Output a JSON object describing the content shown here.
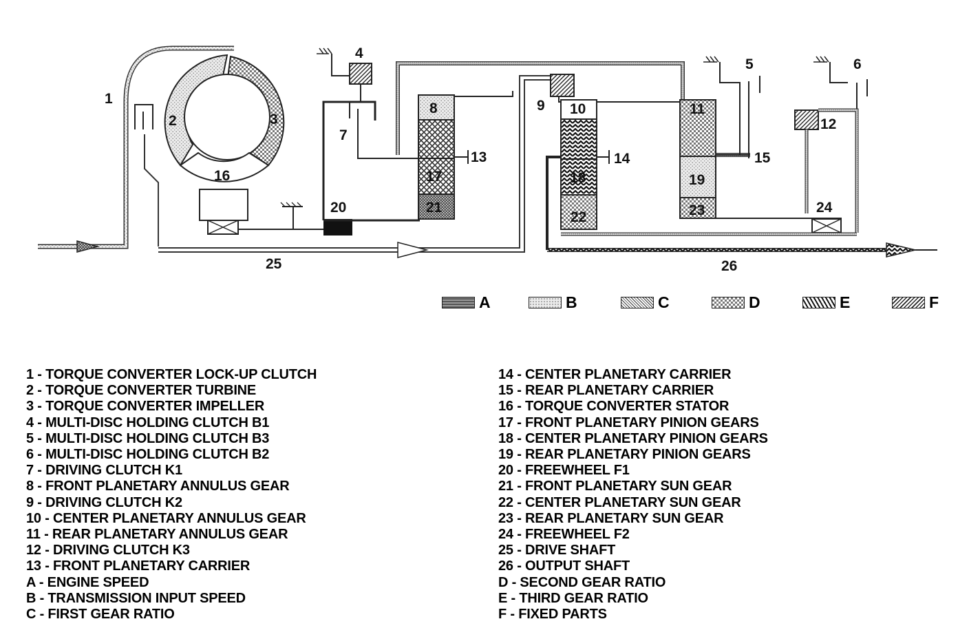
{
  "labels": {
    "n1": "1",
    "n2": "2",
    "n3": "3",
    "n4": "4",
    "n5": "5",
    "n6": "6",
    "n7": "7",
    "n8": "8",
    "n9": "9",
    "n10": "10",
    "n11": "11",
    "n12": "12",
    "n13": "13",
    "n14": "14",
    "n15": "15",
    "n16": "16",
    "n17": "17",
    "n18": "18",
    "n19": "19",
    "n20": "20",
    "n21": "21",
    "n22": "22",
    "n23": "23",
    "n24": "24",
    "n25": "25",
    "n26": "26"
  },
  "legend": [
    {
      "letter": "A",
      "pattern": "dense-dots"
    },
    {
      "letter": "B",
      "pattern": "light-dots"
    },
    {
      "letter": "C",
      "pattern": "crosshatch"
    },
    {
      "letter": "D",
      "pattern": "checker"
    },
    {
      "letter": "E",
      "pattern": "zigzag"
    },
    {
      "letter": "F",
      "pattern": "diagonal"
    }
  ],
  "notes_left": [
    "1 - TORQUE CONVERTER LOCK-UP CLUTCH",
    "2 - TORQUE CONVERTER TURBINE",
    "3 - TORQUE CONVERTER IMPELLER",
    "4 - MULTI-DISC HOLDING CLUTCH B1",
    "5 - MULTI-DISC HOLDING CLUTCH B3",
    "6 - MULTI-DISC HOLDING CLUTCH B2",
    "7 - DRIVING CLUTCH K1",
    "8 - FRONT PLANETARY ANNULUS GEAR",
    "9 - DRIVING CLUTCH K2",
    "10 - CENTER PLANETARY ANNULUS GEAR",
    "11 - REAR PLANETARY ANNULUS GEAR",
    "12 - DRIVING CLUTCH K3",
    "13 - FRONT PLANETARY CARRIER",
    "A - ENGINE SPEED",
    "B - TRANSMISSION INPUT SPEED",
    "C - FIRST GEAR RATIO"
  ],
  "notes_right": [
    "14 - CENTER PLANETARY CARRIER",
    "15 - REAR PLANETARY CARRIER",
    "16 - TORQUE CONVERTER STATOR",
    "17 - FRONT PLANETARY PINION GEARS",
    "18 - CENTER PLANETARY PINION GEARS",
    "19 - REAR PLANETARY PINION GEARS",
    "20 - FREEWHEEL F1",
    "21 - FRONT PLANETARY SUN GEAR",
    "22 - CENTER PLANETARY SUN GEAR",
    "23 - REAR PLANETARY SUN GEAR",
    "24 - FREEWHEEL F2",
    "25 - DRIVE SHAFT",
    "26 - OUTPUT SHAFT",
    "D - SECOND GEAR RATIO",
    "E - THIRD GEAR RATIO",
    "F - FIXED PARTS"
  ]
}
